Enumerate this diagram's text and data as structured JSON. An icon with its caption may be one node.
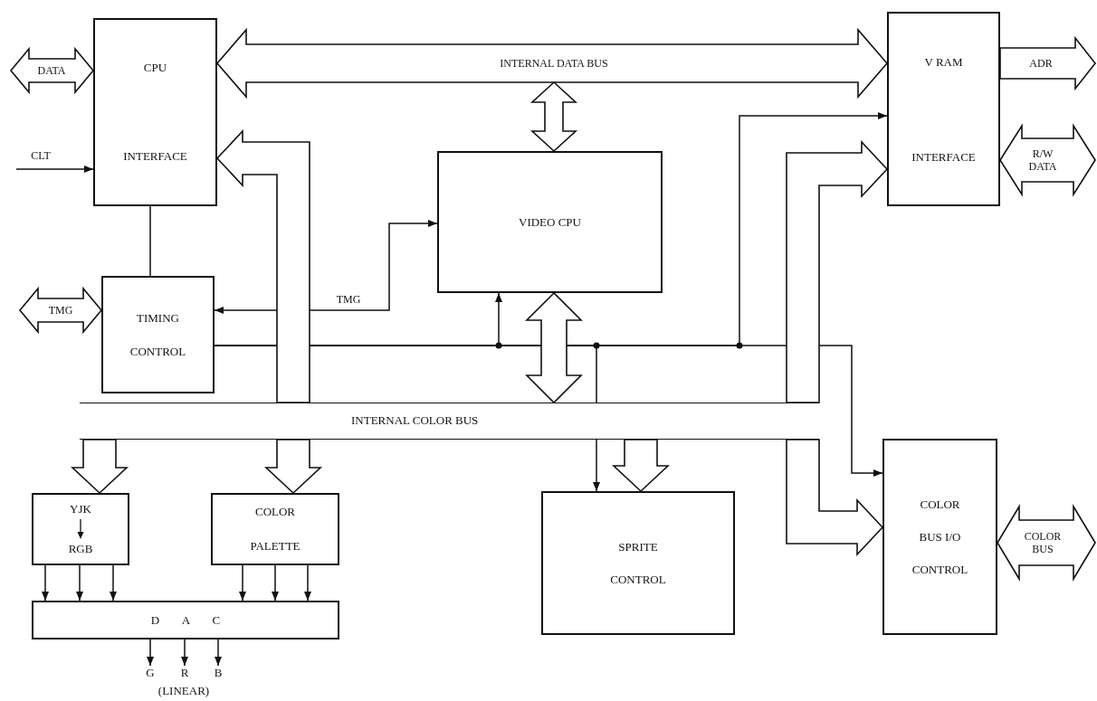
{
  "diagram": {
    "nodes": [
      {
        "text": [
          "CPU INTERFACE"
        ]
      },
      {
        "text": [
          "TIMING CONTROL"
        ]
      },
      {
        "text": [
          "VIDEO CPU"
        ]
      },
      {
        "text": [
          "V RAM INTERFACE"
        ]
      },
      {
        "text": [
          "YJK",
          "RGB"
        ]
      },
      {
        "text": [
          "COLOR PALETTE"
        ]
      },
      {
        "text": [
          "D A C"
        ]
      },
      {
        "text": [
          "SPRITE CONTROL"
        ]
      },
      {
        "text": [
          "COLOR BUS I/O CONTROL"
        ]
      },
      {
        "text": [
          "INTERNAL COLOR BUS"
        ]
      },
      {
        "text": [
          "G"
        ]
      },
      {
        "text": [
          "R"
        ]
      },
      {
        "text": [
          "B"
        ]
      }
    ],
    "edges": [
      {
        "from": 0,
        "to": 3,
        "arrow": "both",
        "style": "thick",
        "label": "INTERNAL DATA BUS"
      },
      {
        "from": null,
        "to": 2,
        "arrow": "both",
        "style": "thick"
      },
      {
        "from": null,
        "to": 0,
        "arrow": "both",
        "style": "thick",
        "label": "DATA"
      },
      {
        "from": null,
        "to": 0,
        "arrow": "to",
        "label": "CLT"
      },
      {
        "from": 0,
        "to": 1,
        "arrow": "none"
      },
      {
        "from": null,
        "to": 1,
        "arrow": "both",
        "style": "thick",
        "label": "TMG"
      },
      {
        "from": 2,
        "to": 1,
        "arrow": "both",
        "label": "TMG"
      },
      {
        "from": 1,
        "to": 2,
        "arrow": "to"
      },
      {
        "from": 1,
        "to": 9,
        "arrow": "none"
      },
      {
        "from": 1,
        "to": 3,
        "arrow": "to"
      },
      {
        "from": 1,
        "to": 8,
        "arrow": "to"
      },
      {
        "from": 3,
        "to": null,
        "arrow": "to",
        "style": "thick",
        "label": "ADR"
      },
      {
        "from": 3,
        "to": null,
        "arrow": "both",
        "style": "thick",
        "label": "R/W DATA"
      },
      {
        "from": 9,
        "to": 0,
        "arrow": "to",
        "style": "thick"
      },
      {
        "from": 9,
        "to": 2,
        "arrow": "both",
        "style": "thick"
      },
      {
        "from": 9,
        "to": 3,
        "arrow": "to",
        "style": "thick"
      },
      {
        "from": 9,
        "to": 4,
        "arrow": "to",
        "style": "thick"
      },
      {
        "from": 9,
        "to": 5,
        "arrow": "to",
        "style": "thick"
      },
      {
        "from": 9,
        "to": 7,
        "arrow": "to",
        "style": "thick"
      },
      {
        "from": 9,
        "to": 7,
        "arrow": "to"
      },
      {
        "from": 9,
        "to": 8,
        "arrow": "to",
        "style": "thick"
      },
      {
        "from": 8,
        "to": null,
        "arrow": "both",
        "style": "thick",
        "label": "COLOR BUS"
      },
      {
        "from": 4,
        "to": 6,
        "arrow": "to"
      },
      {
        "from": 4,
        "to": 6,
        "arrow": "to"
      },
      {
        "from": 4,
        "to": 6,
        "arrow": "to"
      },
      {
        "from": 5,
        "to": 6,
        "arrow": "to"
      },
      {
        "from": 5,
        "to": 6,
        "arrow": "to"
      },
      {
        "from": 5,
        "to": 6,
        "arrow": "to"
      },
      {
        "from": 6,
        "to": 10,
        "arrow": "to"
      },
      {
        "from": 6,
        "to": 11,
        "arrow": "to"
      },
      {
        "from": 6,
        "to": 12,
        "arrow": "to"
      }
    ],
    "labels": [
      "(LINEAR)"
    ]
  }
}
